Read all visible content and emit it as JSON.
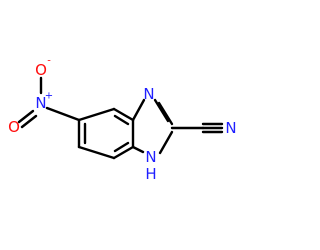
{
  "molecule": {
    "atoms": {
      "nitro_o_top": {
        "symbol": "O",
        "charge": "-"
      },
      "nitro_n": {
        "symbol": "N",
        "charge": "+"
      },
      "nitro_o_bottom": {
        "symbol": "O"
      },
      "imidazole_n3": {
        "symbol": "N"
      },
      "imidazole_n1": {
        "symbol": "N",
        "hydrogen": "H"
      },
      "nitrile_n": {
        "symbol": "N"
      }
    },
    "colors": {
      "bond": "#000000",
      "nitrogen": "#1f1fff",
      "oxygen": "#ff0d0d"
    }
  }
}
